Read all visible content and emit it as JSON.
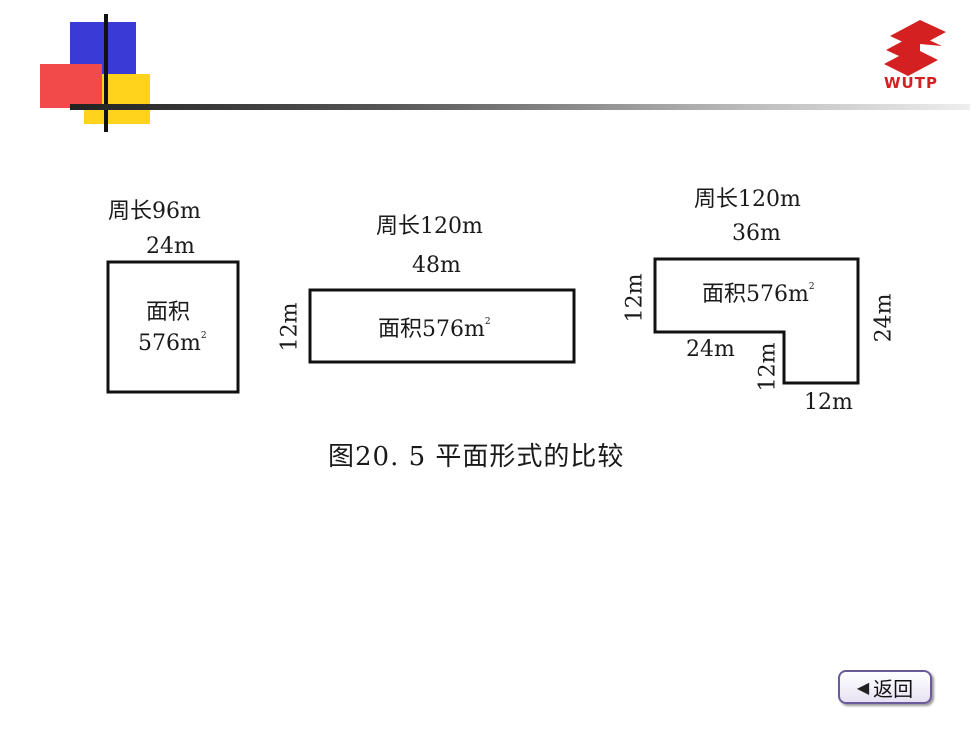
{
  "header": {
    "logo_text": "WUTP"
  },
  "figure": {
    "shape1": {
      "perimeter": "周长96m",
      "top": "24m",
      "area_label": "面积",
      "area_value": "576m"
    },
    "shape2": {
      "perimeter": "周长120m",
      "top": "48m",
      "side": "12m",
      "area": "面积576m"
    },
    "shape3": {
      "perimeter": "周长120m",
      "top": "36m",
      "left": "12m",
      "right": "24m",
      "inner_horizontal": "24m",
      "inner_vertical": "12m",
      "bottom": "12m",
      "area": "面积576m"
    },
    "superscript": "2",
    "caption": "图20. 5  平面形式的比较"
  },
  "nav": {
    "back_label": "返回"
  },
  "colors": {
    "blue": "#3a3ad6",
    "red": "#f24a4a",
    "yellow": "#ffd21c",
    "logo_red": "#d42020"
  }
}
